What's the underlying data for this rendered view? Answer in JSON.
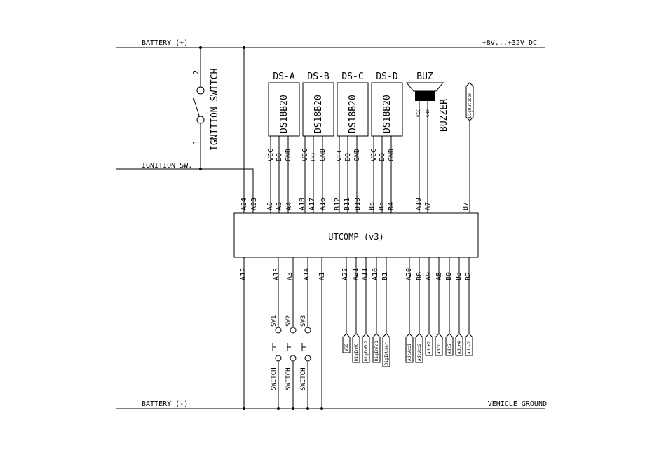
{
  "rails": {
    "battery_pos": "BATTERY (+)",
    "supply": "+8V...+32V DC",
    "ignition_sw": "IGNITION SW.",
    "battery_neg": "BATTERY (-)",
    "vehicle_ground": "VEHICLE GROUND"
  },
  "ignition_switch": {
    "label": "IGNITION SWITCH",
    "pin1": "1",
    "pin2": "2"
  },
  "controller": {
    "title": "UTCOMP (v3)",
    "top_pins": [
      "A24",
      "A23",
      "A6",
      "A5",
      "A4",
      "A18",
      "A17",
      "A16",
      "B12",
      "B11",
      "B10",
      "B6",
      "B5",
      "B4",
      "A19",
      "A7",
      "B7"
    ],
    "bottom_pins": [
      "A12",
      "A15",
      "A3",
      "A14",
      "A1",
      "A22",
      "A21",
      "A11",
      "A10",
      "B1",
      "A20",
      "B8",
      "A9",
      "A8",
      "B9",
      "B3",
      "B2"
    ]
  },
  "sensors": [
    {
      "name": "DS-A",
      "chip": "DS18B20",
      "pins": [
        "VCC",
        "DQ",
        "GND"
      ]
    },
    {
      "name": "DS-B",
      "chip": "DS18B20",
      "pins": [
        "VCC",
        "DQ",
        "GND"
      ]
    },
    {
      "name": "DS-C",
      "chip": "DS18B20",
      "pins": [
        "VCC",
        "DQ",
        "GND"
      ]
    },
    {
      "name": "DS-D",
      "chip": "DS18B20",
      "pins": [
        "VCC",
        "DQ",
        "GND"
      ]
    }
  ],
  "buzzer": {
    "name": "BUZ",
    "label": "BUZZER",
    "pins": [
      "VCC",
      "GND"
    ]
  },
  "top_connector": "DigOutUser",
  "switches": [
    {
      "name": "SW1",
      "label": "SWITCH"
    },
    {
      "name": "SW2",
      "label": "SWITCH"
    },
    {
      "name": "SW3",
      "label": "SWITCH"
    }
  ],
  "bottom_connectors": [
    "VSS",
    "DigInHC",
    "DigInFc2",
    "DigInFc1",
    "DigInUser",
    "AdcVcc1",
    "AdcVcc2",
    "Adc+2",
    "Adc1",
    "Adc5",
    "Adc+4",
    "Adc-2"
  ]
}
